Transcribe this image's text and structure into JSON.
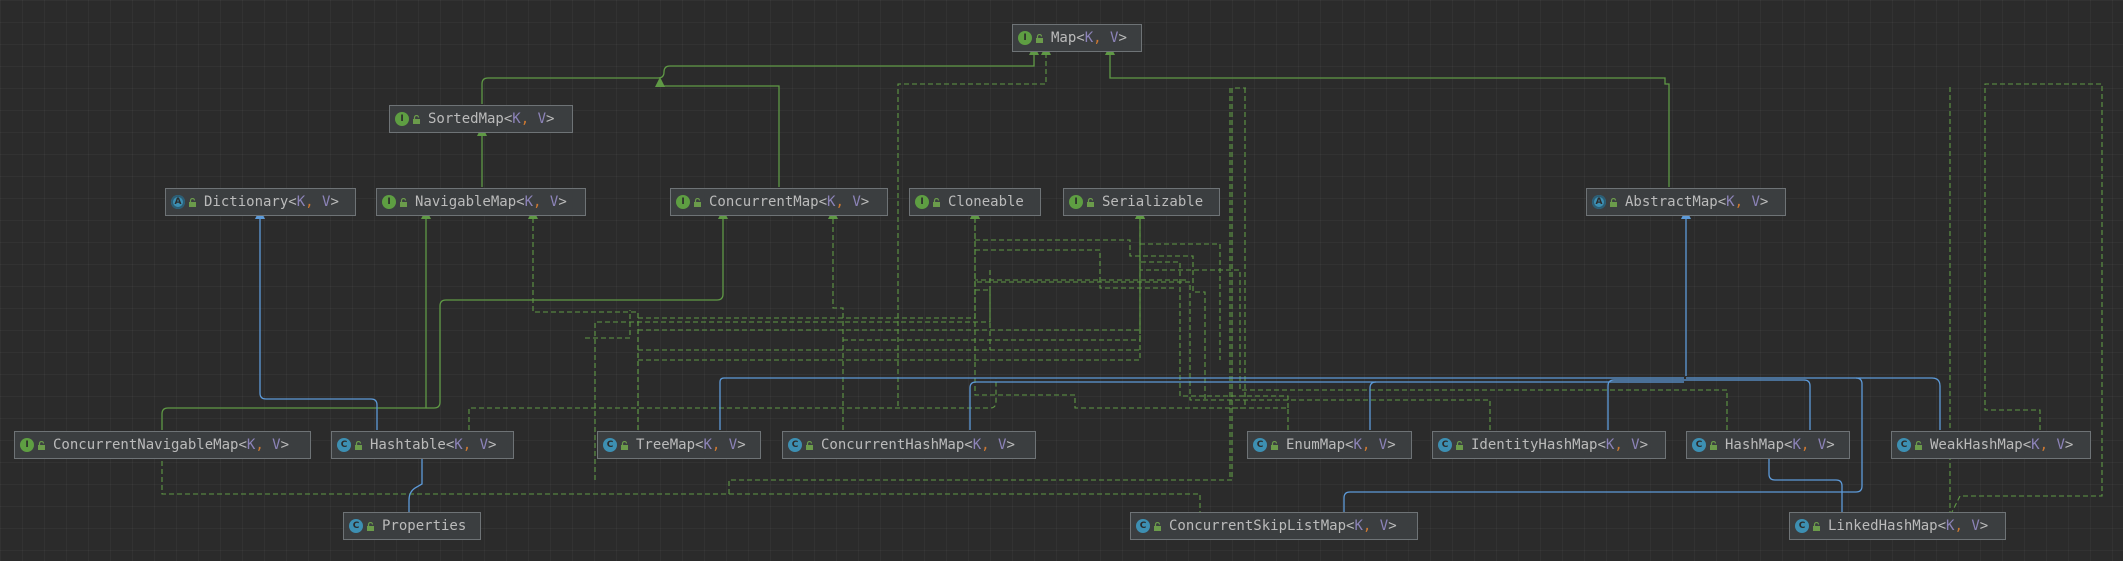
{
  "diagram_title": "",
  "colors": {
    "realization": "#5f9945",
    "inheritance": "#5d9ad8",
    "interface_badge": "#5e9e42",
    "class_badge": "#3d8fb2",
    "type_param": "#8c83b8",
    "separator": "#cc7832"
  },
  "nodes": [
    {
      "id": "map",
      "name": "Map",
      "kind": "interface",
      "params": [
        "K",
        "V"
      ]
    },
    {
      "id": "sortedmap",
      "name": "SortedMap",
      "kind": "interface",
      "params": [
        "K",
        "V"
      ]
    },
    {
      "id": "dictionary",
      "name": "Dictionary",
      "kind": "abstract",
      "params": [
        "K",
        "V"
      ]
    },
    {
      "id": "navigablemap",
      "name": "NavigableMap",
      "kind": "interface",
      "params": [
        "K",
        "V"
      ]
    },
    {
      "id": "concurrentmap",
      "name": "ConcurrentMap",
      "kind": "interface",
      "params": [
        "K",
        "V"
      ]
    },
    {
      "id": "cloneable",
      "name": "Cloneable",
      "kind": "interface",
      "params": []
    },
    {
      "id": "serializable",
      "name": "Serializable",
      "kind": "interface",
      "params": []
    },
    {
      "id": "abstractmap",
      "name": "AbstractMap",
      "kind": "abstract",
      "params": [
        "K",
        "V"
      ]
    },
    {
      "id": "concurrentnavigablemap",
      "name": "ConcurrentNavigableMap",
      "kind": "interface",
      "params": [
        "K",
        "V"
      ]
    },
    {
      "id": "hashtable",
      "name": "Hashtable",
      "kind": "class",
      "params": [
        "K",
        "V"
      ]
    },
    {
      "id": "treemap",
      "name": "TreeMap",
      "kind": "class",
      "params": [
        "K",
        "V"
      ]
    },
    {
      "id": "concurrenthashmap",
      "name": "ConcurrentHashMap",
      "kind": "class",
      "params": [
        "K",
        "V"
      ]
    },
    {
      "id": "enummap",
      "name": "EnumMap",
      "kind": "class",
      "params": [
        "K",
        "V"
      ]
    },
    {
      "id": "identityhashmap",
      "name": "IdentityHashMap",
      "kind": "class",
      "params": [
        "K",
        "V"
      ]
    },
    {
      "id": "hashmap",
      "name": "HashMap",
      "kind": "class",
      "params": [
        "K",
        "V"
      ]
    },
    {
      "id": "weakhashmap",
      "name": "WeakHashMap",
      "kind": "class",
      "params": [
        "K",
        "V"
      ]
    },
    {
      "id": "properties",
      "name": "Properties",
      "kind": "class",
      "params": []
    },
    {
      "id": "concurrentskiplistmap",
      "name": "ConcurrentSkipListMap",
      "kind": "class",
      "params": [
        "K",
        "V"
      ]
    },
    {
      "id": "linkedhashmap",
      "name": "LinkedHashMap",
      "kind": "class",
      "params": [
        "K",
        "V"
      ]
    }
  ],
  "edges": [
    {
      "from": "sortedmap",
      "to": "map",
      "type": "extends"
    },
    {
      "from": "concurrentmap",
      "to": "map",
      "type": "extends"
    },
    {
      "from": "navigablemap",
      "to": "sortedmap",
      "type": "extends"
    },
    {
      "from": "concurrentnavigablemap",
      "to": "navigablemap",
      "type": "extends"
    },
    {
      "from": "concurrentnavigablemap",
      "to": "concurrentmap",
      "type": "extends"
    },
    {
      "from": "hashtable",
      "to": "dictionary",
      "type": "inherits"
    },
    {
      "from": "hashtable",
      "to": "map",
      "type": "implements"
    },
    {
      "from": "hashtable",
      "to": "cloneable",
      "type": "implements"
    },
    {
      "from": "hashtable",
      "to": "serializable",
      "type": "implements"
    },
    {
      "from": "properties",
      "to": "hashtable",
      "type": "inherits"
    },
    {
      "from": "treemap",
      "to": "abstractmap",
      "type": "inherits"
    },
    {
      "from": "treemap",
      "to": "navigablemap",
      "type": "implements"
    },
    {
      "from": "treemap",
      "to": "cloneable",
      "type": "implements"
    },
    {
      "from": "treemap",
      "to": "serializable",
      "type": "implements"
    },
    {
      "from": "concurrenthashmap",
      "to": "abstractmap",
      "type": "inherits"
    },
    {
      "from": "concurrenthashmap",
      "to": "concurrentmap",
      "type": "implements"
    },
    {
      "from": "concurrenthashmap",
      "to": "serializable",
      "type": "implements"
    },
    {
      "from": "enummap",
      "to": "abstractmap",
      "type": "inherits"
    },
    {
      "from": "enummap",
      "to": "cloneable",
      "type": "implements"
    },
    {
      "from": "enummap",
      "to": "serializable",
      "type": "implements"
    },
    {
      "from": "identityhashmap",
      "to": "abstractmap",
      "type": "inherits"
    },
    {
      "from": "identityhashmap",
      "to": "map",
      "type": "implements"
    },
    {
      "from": "identityhashmap",
      "to": "cloneable",
      "type": "implements"
    },
    {
      "from": "identityhashmap",
      "to": "serializable",
      "type": "implements"
    },
    {
      "from": "hashmap",
      "to": "abstractmap",
      "type": "inherits"
    },
    {
      "from": "hashmap",
      "to": "map",
      "type": "implements"
    },
    {
      "from": "hashmap",
      "to": "cloneable",
      "type": "implements"
    },
    {
      "from": "hashmap",
      "to": "serializable",
      "type": "implements"
    },
    {
      "from": "weakhashmap",
      "to": "abstractmap",
      "type": "inherits"
    },
    {
      "from": "weakhashmap",
      "to": "map",
      "type": "implements"
    },
    {
      "from": "concurrentskiplistmap",
      "to": "abstractmap",
      "type": "inherits"
    },
    {
      "from": "concurrentskiplistmap",
      "to": "concurrentnavigablemap",
      "type": "implements"
    },
    {
      "from": "concurrentskiplistmap",
      "to": "cloneable",
      "type": "implements"
    },
    {
      "from": "concurrentskiplistmap",
      "to": "serializable",
      "type": "implements"
    },
    {
      "from": "linkedhashmap",
      "to": "hashmap",
      "type": "inherits"
    },
    {
      "from": "linkedhashmap",
      "to": "map",
      "type": "implements"
    },
    {
      "from": "abstractmap",
      "to": "map",
      "type": "implements"
    }
  ]
}
